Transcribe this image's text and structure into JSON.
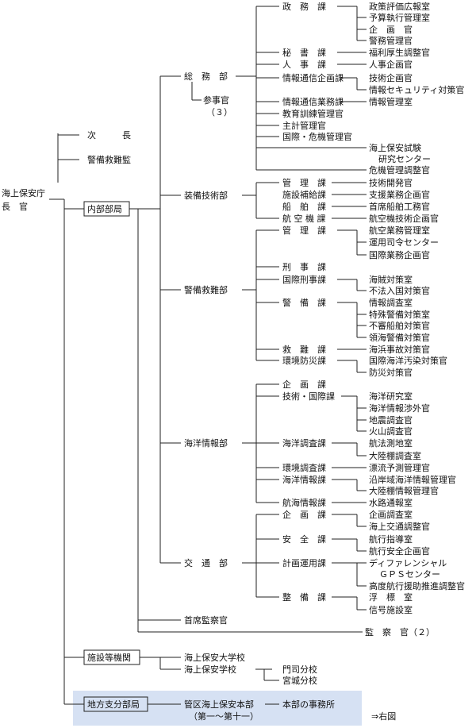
{
  "root": {
    "line1": "海上保安庁",
    "line2": "長　官"
  },
  "deputies": {
    "jicho": "次　　　長",
    "keibi_kyunan_kan": "警備救難監"
  },
  "groups": {
    "naibu": "内部部局",
    "shisetsu": "施設等機関",
    "chiho": "地方支分部局"
  },
  "soumu": {
    "name": "総　務　部",
    "sanjikan": "参事官",
    "sanjikan_count": "（３）",
    "seimu": {
      "name": "政　務　課",
      "subs": [
        "政策評価広報室",
        "予算執行管理室",
        "企　画　官",
        "警務管理官"
      ]
    },
    "hisho": {
      "name": "秘　書　課",
      "subs": [
        "福利厚生調整官"
      ]
    },
    "jinji": {
      "name": "人　事　課",
      "subs": [
        "人事企画官"
      ]
    },
    "joho_tsushin_kikaku": {
      "name": "情報通信企画課",
      "subs": [
        "技術企画官",
        "情報セキュリティ対策官"
      ]
    },
    "joho_tsushin_gyomu": {
      "name": "情報通信業務課",
      "subs": [
        "情報管理室"
      ]
    },
    "kyoiku": "教育訓練管理官",
    "shukei": "主計管理官",
    "kokusai": "国際・危機管理官",
    "shiken_center_1": "海上保安試験",
    "shiken_center_2": "研究センター",
    "kiki": "危機管理調整官"
  },
  "sobi": {
    "name": "装備技術部",
    "kanri": {
      "name": "管　理　課",
      "subs": [
        "技術開発官"
      ]
    },
    "shisetsu": {
      "name": "施設補給課",
      "subs": [
        "支援業務企画官"
      ]
    },
    "senpaku": {
      "name": "船　舶　課",
      "subs": [
        "首席船舶工務官"
      ]
    },
    "kokuki": {
      "name": "航 空 機 課",
      "subs": [
        "航空機技術企画官"
      ]
    }
  },
  "keibi": {
    "name": "警備救難部",
    "kanri": {
      "name": "管　理　課",
      "subs": [
        "航空業務管理室",
        "運用司令センター",
        "国際業務企画官"
      ]
    },
    "keiji": "刑　事　課",
    "kokusai_keiji": {
      "name": "国際刑事課",
      "subs": [
        "海賊対策室",
        "不法入国対策官"
      ]
    },
    "keibi_ka": {
      "name": "警　備　課",
      "subs": [
        "情報調査室",
        "特殊警備対策室",
        "不審船舶対策官",
        "領海警備対策官"
      ]
    },
    "kyunan": {
      "name": "救　難　課",
      "subs": [
        "海浜事故対策官"
      ]
    },
    "kankyo": {
      "name": "環境防災課",
      "subs": [
        "国際海洋汚染対策官",
        "防災対策官"
      ]
    }
  },
  "kaiyo": {
    "name": "海洋情報部",
    "kikaku": "企　画　課",
    "gijutsu": {
      "name": "技術・国際課",
      "subs": [
        "海洋研究室",
        "海洋情報渉外官",
        "地震調査官",
        "火山調査官"
      ]
    },
    "chosa": {
      "name": "海洋調査課",
      "subs": [
        "航法測地室",
        "大陸棚調査室"
      ]
    },
    "kankyo": {
      "name": "環境調査課",
      "subs": [
        "漂流予測管理官"
      ]
    },
    "joho": {
      "name": "海洋情報課",
      "subs": [
        "沿岸域海洋情報管理官",
        "大陸棚情報管理官"
      ]
    },
    "kokai": {
      "name": "航海情報課",
      "subs": [
        "水路通報室"
      ]
    }
  },
  "kotsu": {
    "name": "交　通　部",
    "kikaku": {
      "name": "企　画　課",
      "subs": [
        "企画調査室",
        "海上交通調整官"
      ]
    },
    "anzen": {
      "name": "安　全　課",
      "subs": [
        "航行指導室",
        "航行安全企画官"
      ]
    },
    "keikaku": {
      "name": "計画運用課",
      "subs": [
        "ディファレンシャル",
        "ＧＰＳセンター",
        "高度航行援助推進調整官"
      ]
    },
    "seibi": {
      "name": "整　備　課",
      "subs": [
        "浮　標　室",
        "信号施設室"
      ]
    }
  },
  "shuseki_kansatsu": "首席監察官",
  "kansatsu": "監　察　官（２）",
  "facilities": {
    "daigaku": "海上保安大学校",
    "gakko": "海上保安学校",
    "moji": "門司分校",
    "miyagi": "宮城分校"
  },
  "regional": {
    "kanku_1": "管区海上保安本部",
    "kanku_2": "（第一～第十一）",
    "jimusho": "本部の事務所",
    "migi": "⇒右図"
  }
}
